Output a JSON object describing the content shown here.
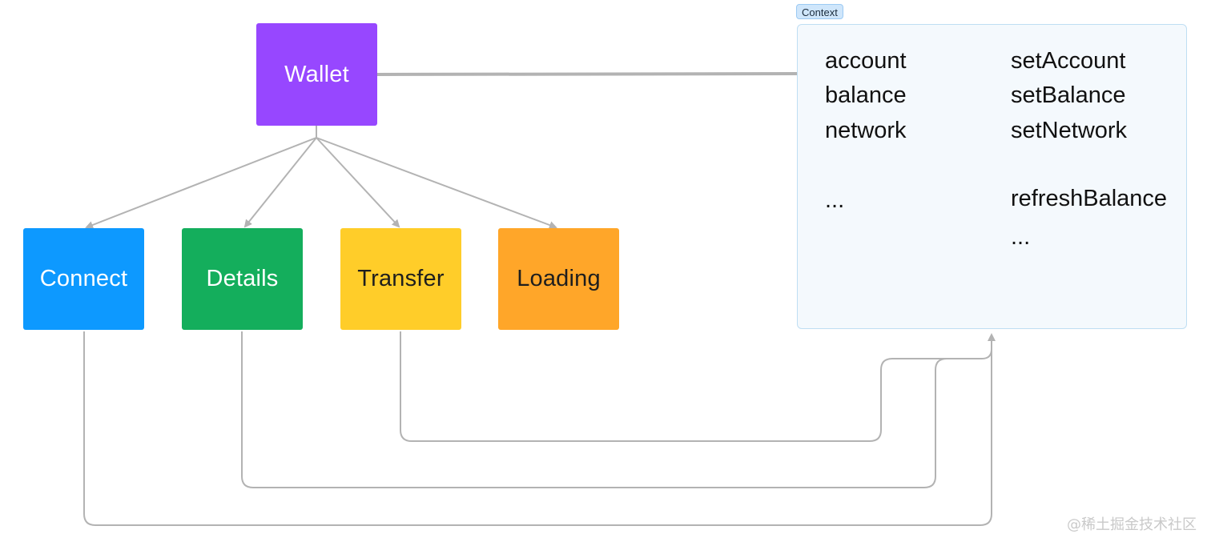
{
  "nodes": {
    "wallet": {
      "label": "Wallet",
      "color": "#9747ff",
      "text_color": "#ffffff"
    },
    "connect": {
      "label": "Connect",
      "color": "#0d99ff",
      "text_color": "#ffffff"
    },
    "details": {
      "label": "Details",
      "color": "#14ae5c",
      "text_color": "#ffffff"
    },
    "transfer": {
      "label": "Transfer",
      "color": "#ffcd29",
      "text_color": "#1e1e1e"
    },
    "loading": {
      "label": "Loading",
      "color": "#ffa629",
      "text_color": "#1e1e1e"
    }
  },
  "context": {
    "tag": "Context",
    "state": [
      "account",
      "balance",
      "network",
      "..."
    ],
    "setters": [
      "setAccount",
      "setBalance",
      "setNetwork",
      "refreshBalance",
      "..."
    ]
  },
  "edge_color": "#b3b3b3",
  "watermark": "@稀土掘金技术社区"
}
